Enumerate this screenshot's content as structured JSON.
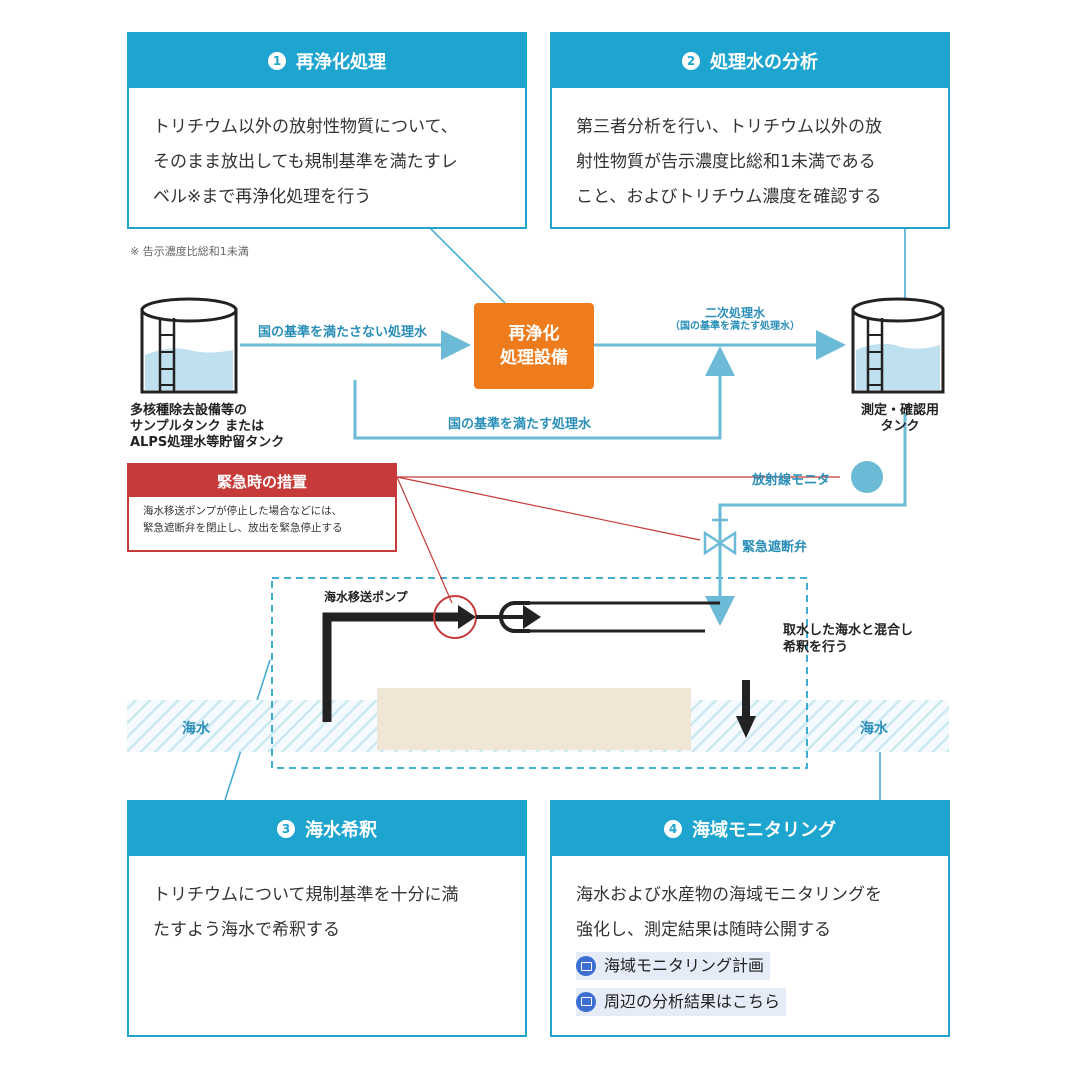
{
  "boxes": {
    "box1": {
      "number": "1",
      "title": "再浄化処理",
      "lines": [
        "トリチウム以外の放射性物質について、",
        "そのまま放出しても規制基準を満たすレ",
        "ベル※まで再浄化処理を行う"
      ]
    },
    "box2": {
      "number": "2",
      "title": "処理水の分析",
      "lines": [
        "第三者分析を行い、トリチウム以外の放",
        "射性物質が告示濃度比総和1未満である",
        "こと、およびトリチウム濃度を確認する"
      ]
    },
    "box3": {
      "number": "3",
      "title": "海水希釈",
      "lines": [
        "トリチウムについて規制基準を十分に満",
        "たすよう海水で希釈する"
      ]
    },
    "box4": {
      "number": "4",
      "title": "海域モニタリング",
      "lines": [
        "海水および水産物の海域モニタリングを",
        "強化し、測定結果は随時公開する"
      ],
      "links": [
        "海域モニタリング計画",
        "周辺の分析結果はこちら"
      ]
    }
  },
  "footnote": "※ 告示濃度比総和1未満",
  "diagram": {
    "source_tank": [
      "多核種除去設備等の",
      "サンプルタンク または",
      "ALPS処理水等貯留タンク"
    ],
    "flow_not_meet": "国の基準を満たさない処理水",
    "flow_meet": "国の基準を満たす処理水",
    "facility": [
      "再浄化",
      "処理設備"
    ],
    "secondary": [
      "二次処理水",
      "（国の基準を満たす処理水）"
    ],
    "check_tank": [
      "測定・確認用",
      "タンク"
    ],
    "radiation_monitor": "放射線モニタ",
    "emergency_valve": "緊急遮断弁",
    "pump": "海水移送ポンプ",
    "mix": [
      "取水した海水と混合し",
      "希釈を行う"
    ],
    "seawater_left": "海水",
    "seawater_right": "海水",
    "emergency": {
      "title": "緊急時の措置",
      "lines": [
        "海水移送ポンプが停止した場合などには、",
        "緊急遮断弁を閉止し、放出を緊急停止する"
      ]
    }
  },
  "colors": {
    "blue": "#1ea5cf",
    "orange": "#ee7c1c",
    "red": "#c73a3a",
    "sand": "#efe6d6"
  }
}
